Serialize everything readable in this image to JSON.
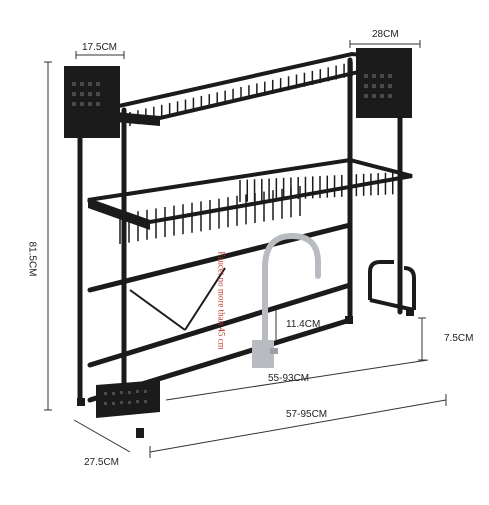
{
  "dimensions": {
    "top_width": "28CM",
    "side_depth": "17.5CM",
    "total_height": "81.5CM",
    "faucet_clearance_label": "11.4CM",
    "bottom_clearance": "7.5CM",
    "inner_width_range": "55-93CM",
    "outer_width_range": "57-95CM",
    "base_depth": "27.5CM"
  },
  "notes": {
    "faucet_note": "Faucet no more than 45 cm"
  },
  "colors": {
    "rack": "#1b1b1b",
    "rack_highlight": "#4a4a4a",
    "faucet": "#b8bcc0",
    "dimension_line": "#333333",
    "note_text": "#c0392b"
  }
}
